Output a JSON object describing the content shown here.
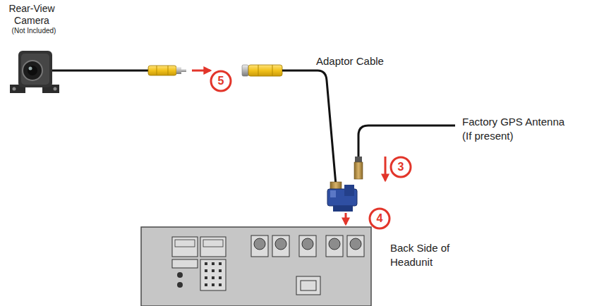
{
  "diagram": {
    "nodes": [
      {
        "text": [
          "Back Side of Headunit"
        ]
      }
    ],
    "labels": [
      "Rear-View Camera",
      "(Not Included)",
      "Adaptor Cable",
      "Factory GPS Antenna",
      "(If present)",
      "5",
      "3",
      "4"
    ]
  }
}
